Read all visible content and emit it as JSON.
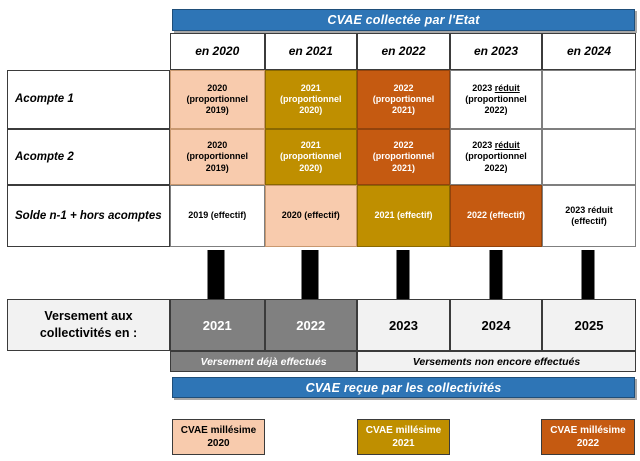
{
  "banners": {
    "top": "CVAE collectée par l'Etat",
    "bottom": "CVAE reçue par les collectivités"
  },
  "colors": {
    "blue": "#2E75B6",
    "peach": "#F8CBAD",
    "gold": "#BF8F00",
    "orange": "#C55A11",
    "gray_dark": "#808080",
    "gray_light": "#F2F2F2"
  },
  "top_table": {
    "year_headers": [
      "en 2020",
      "en 2021",
      "en 2022",
      "en 2023",
      "en 2024"
    ],
    "rows": [
      {
        "label": "Acompte 1",
        "cells": [
          {
            "line1": "2020",
            "line2": "(proportionnel",
            "line3": "2019)",
            "fill": "peach"
          },
          {
            "line1": "2021",
            "line2": "(proportionnel",
            "line3": "2020)",
            "fill": "gold"
          },
          {
            "line1": "2022",
            "line2": "(proportionnel",
            "line3": "2021)",
            "fill": "orange"
          },
          {
            "line1": "2023 réduit",
            "line2": "(proportionnel",
            "line3": "2022)",
            "fill": "white",
            "underline_word": "réduit"
          },
          {
            "line1": "",
            "line2": "",
            "line3": "",
            "fill": "white"
          }
        ]
      },
      {
        "label": "Acompte 2",
        "cells": [
          {
            "line1": "2020",
            "line2": "(proportionnel",
            "line3": "2019)",
            "fill": "peach"
          },
          {
            "line1": "2021",
            "line2": "(proportionnel",
            "line3": "2020)",
            "fill": "gold"
          },
          {
            "line1": "2022",
            "line2": "(proportionnel",
            "line3": "2021)",
            "fill": "orange"
          },
          {
            "line1": "2023 réduit",
            "line2": "(proportionnel",
            "line3": "2022)",
            "fill": "white",
            "underline_word": "réduit"
          },
          {
            "line1": "",
            "line2": "",
            "line3": "",
            "fill": "white"
          }
        ]
      },
      {
        "label": "Solde n-1 + hors acomptes",
        "cells": [
          {
            "line1": "2019 (effectif)",
            "line2": "",
            "line3": "",
            "fill": "white"
          },
          {
            "line1": "2020 (effectif)",
            "line2": "",
            "line3": "",
            "fill": "peach"
          },
          {
            "line1": "2021 (effectif)",
            "line2": "",
            "line3": "",
            "fill": "gold"
          },
          {
            "line1": "2022 (effectif)",
            "line2": "",
            "line3": "",
            "fill": "orange"
          },
          {
            "line1": "2023 réduit",
            "line2": "(effectif)",
            "line3": "",
            "fill": "white"
          }
        ]
      }
    ]
  },
  "arrows": {
    "count": 5,
    "direction": "down",
    "color": "#000000"
  },
  "bottom_table": {
    "label_line1": "Versement aux",
    "label_line2": "collectivités en :",
    "years": [
      {
        "year": "2021",
        "state": "done"
      },
      {
        "year": "2022",
        "state": "done"
      },
      {
        "year": "2023",
        "state": "pending"
      },
      {
        "year": "2024",
        "state": "pending"
      },
      {
        "year": "2025",
        "state": "pending"
      }
    ],
    "strips": [
      {
        "text": "Versement déjà effectués",
        "style": "dark"
      },
      {
        "text": "Versements non encore effectués",
        "style": "light"
      }
    ]
  },
  "legend": [
    {
      "line1": "CVAE millésime",
      "line2": "2020",
      "fill": "peach"
    },
    {
      "line1": "CVAE millésime",
      "line2": "2021",
      "fill": "gold"
    },
    {
      "line1": "CVAE millésime",
      "line2": "2022",
      "fill": "orange"
    }
  ]
}
